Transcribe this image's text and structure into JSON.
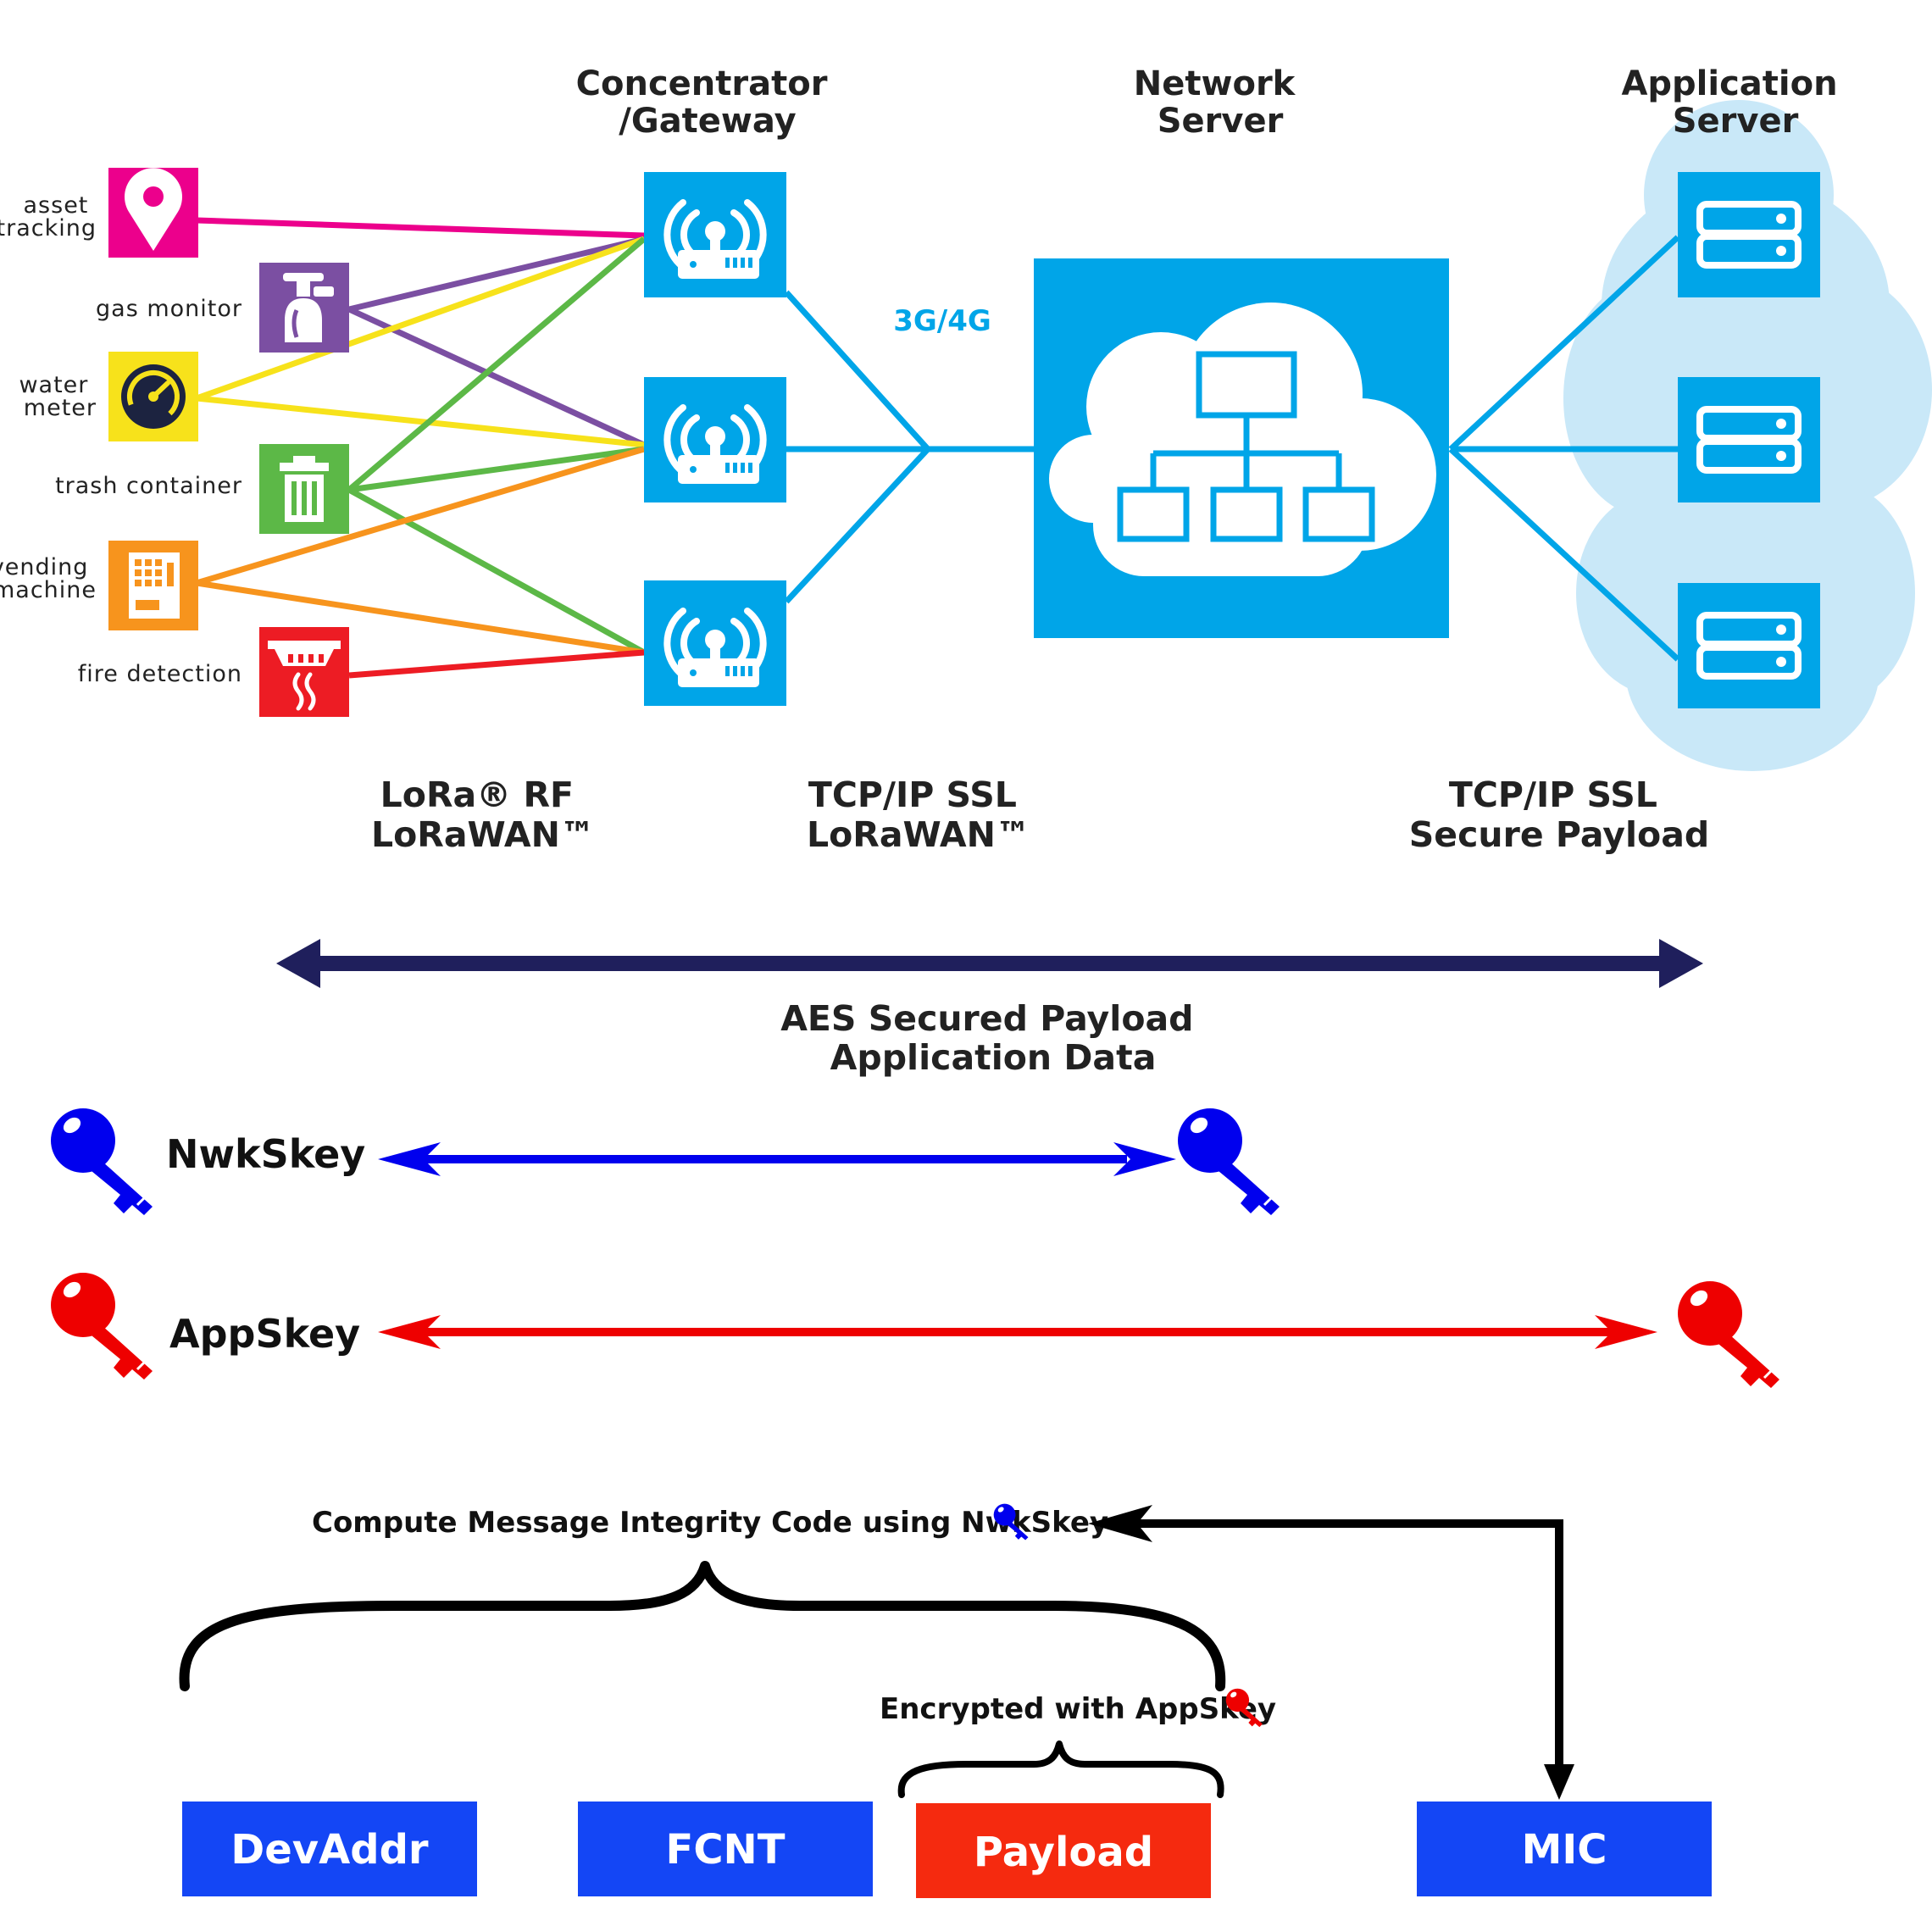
{
  "headers": {
    "gateway": [
      "Concentrator",
      "/Gateway"
    ],
    "network_server": [
      "Network",
      "Server"
    ],
    "application_server": [
      "Application",
      "Server"
    ]
  },
  "devices": [
    {
      "label": [
        "asset",
        "tracking"
      ],
      "color": "#ec008c",
      "icon": "location-pin-icon"
    },
    {
      "label": [
        "gas monitor"
      ],
      "color": "#7b4fa2",
      "icon": "gas-tank-icon"
    },
    {
      "label": [
        "water",
        "meter"
      ],
      "color": "#f7e21b",
      "icon": "gauge-icon"
    },
    {
      "label": [
        "trash container"
      ],
      "color": "#5cb847",
      "icon": "trash-can-icon"
    },
    {
      "label": [
        "vending",
        "machine"
      ],
      "color": "#f7941d",
      "icon": "vending-machine-icon"
    },
    {
      "label": [
        "fire detection"
      ],
      "color": "#ed1c24",
      "icon": "smoke-detector-icon"
    }
  ],
  "network_link_label": "3G/4G",
  "protocols": {
    "lora": [
      "LoRa® RF",
      "LoRaWAN™"
    ],
    "backhaul": [
      "TCP/IP SSL",
      "LoRaWAN™"
    ],
    "application": [
      "TCP/IP SSL",
      "Secure Payload"
    ]
  },
  "aes": [
    "AES Secured Payload",
    "Application Data"
  ],
  "keys": {
    "nwk": {
      "label": "NwkSkey",
      "color": "#0000ee"
    },
    "app": {
      "label": "AppSkey",
      "color": "#ee0000"
    }
  },
  "mic_note": "Compute Message Integrity Code using NwkSkey",
  "encrypt_note": "Encrypted with AppSkey",
  "fields": [
    {
      "label": "DevAddr",
      "color": "#1446f5"
    },
    {
      "label": "FCNT",
      "color": "#1446f5"
    },
    {
      "label": "Payload",
      "color": "#f52a0f"
    },
    {
      "label": "MIC",
      "color": "#1446f5"
    }
  ],
  "colors": {
    "accent_blue": "#00a5e8",
    "cloud_bg": "#c9e8f8",
    "aes_arrow": "#1f1f5c"
  }
}
